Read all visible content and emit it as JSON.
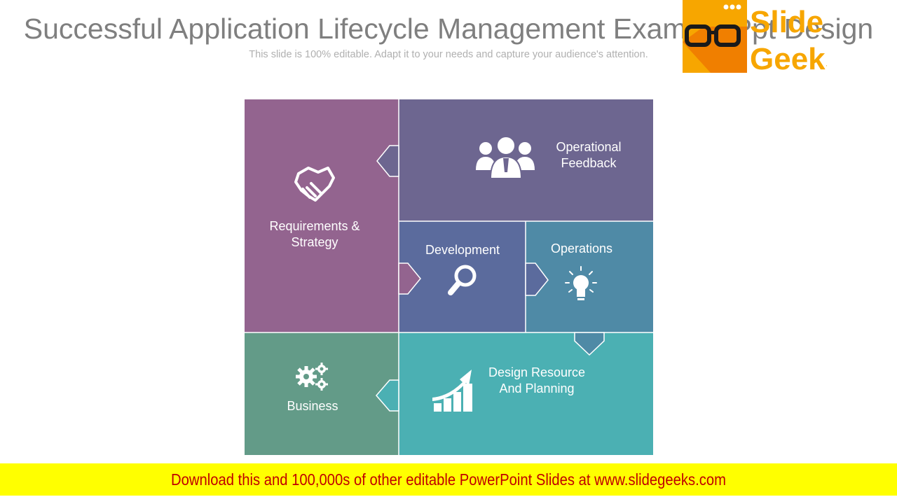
{
  "header": {
    "title": "Successful Application Lifecycle Management Example Ppt Design",
    "subtitle": "This slide is 100% editable. Adapt it to your needs and capture your audience's attention."
  },
  "logo": {
    "line1": "Slide",
    "line2": "Geeks",
    "icon": "glasses-icon"
  },
  "blocks": {
    "requirements": {
      "label_line1": "Requirements &",
      "label_line2": "Strategy",
      "icon": "handshake-icon",
      "color": "#93648F"
    },
    "feedback": {
      "label_line1": "Operational",
      "label_line2": "Feedback",
      "icon": "team-icon",
      "color": "#6D6690"
    },
    "development": {
      "label": "Development",
      "icon": "magnifier-icon",
      "color": "#5B6B9D"
    },
    "operations": {
      "label": "Operations",
      "icon": "lightbulb-icon",
      "color": "#4F8AA6"
    },
    "business": {
      "label": "Business",
      "icon": "gears-icon",
      "color": "#639B88"
    },
    "design": {
      "label_line1": "Design Resource",
      "label_line2": "And Planning",
      "icon": "growth-chart-icon",
      "color": "#4BB0B3"
    }
  },
  "footer": {
    "banner_text": "Download this and 100,000s of other editable PowerPoint Slides at www.slidegeeks.com",
    "bg": "#FFFF00",
    "text_color": "#C00000"
  }
}
